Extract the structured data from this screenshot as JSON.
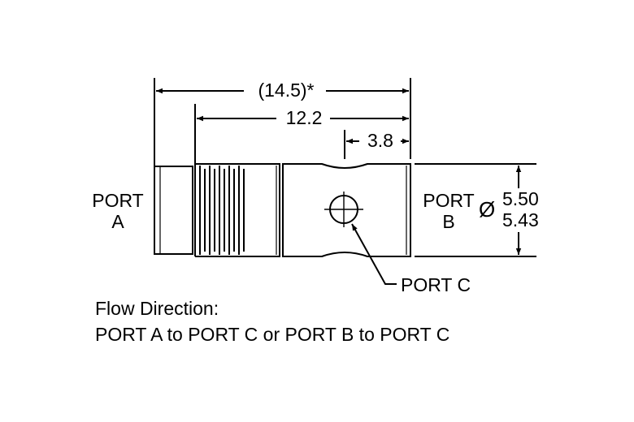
{
  "dimensions": {
    "overall_length": "(14.5)*",
    "body_length": "12.2",
    "port_c_offset": "3.8",
    "diameter_symbol": "Ø",
    "diameter_max": "5.50",
    "diameter_min": "5.43"
  },
  "ports": {
    "a_line1": "PORT",
    "a_line2": "A",
    "b_line1": "PORT",
    "b_line2": "B",
    "c_label": "PORT C"
  },
  "notes": {
    "heading": "Flow Direction:",
    "text": "PORT A to PORT C or PORT B to PORT C"
  }
}
